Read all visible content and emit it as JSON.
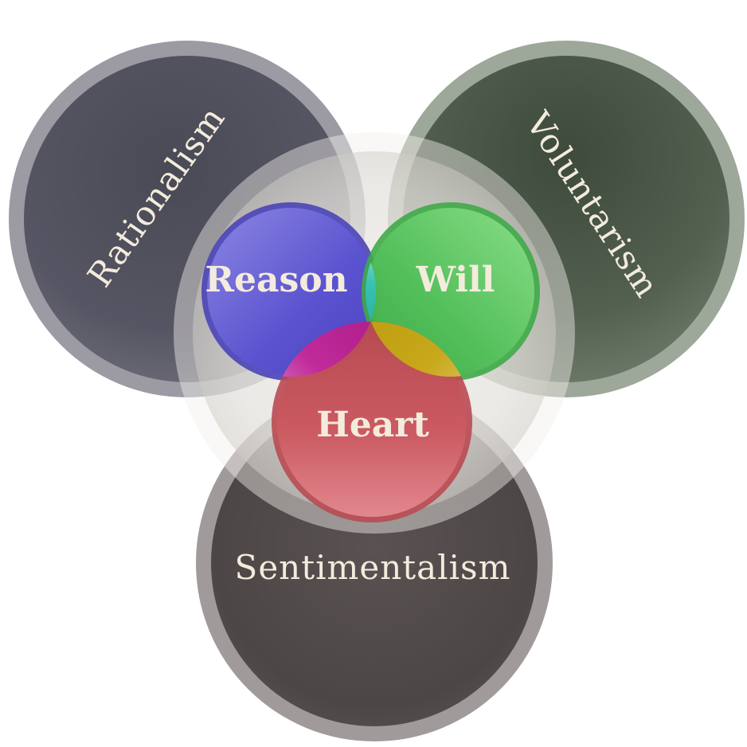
{
  "outer_circles": {
    "rationalism": {
      "label": "Rationalism",
      "color": "#55545f"
    },
    "voluntarism": {
      "label": "Voluntarism",
      "color": "#55604f"
    },
    "sentimentalism": {
      "label": "Sentimentalism",
      "color": "#5e5555"
    }
  },
  "inner_circles": {
    "reason": {
      "label": "Reason",
      "color": "#5a52d0"
    },
    "will": {
      "label": "Will",
      "color": "#52c05a"
    },
    "heart": {
      "label": "Heart",
      "color": "#cc5a62"
    }
  },
  "overlap_colors": {
    "reason_will": "#1fb5a5",
    "reason_heart": "#c02a9a",
    "will_heart": "#c8a81a"
  }
}
